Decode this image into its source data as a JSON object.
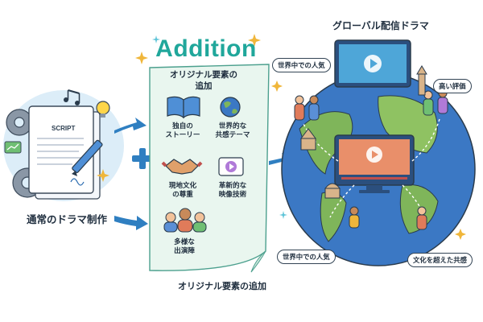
{
  "left": {
    "label": "通常のドラマ制作",
    "script_text": "SCRIPT"
  },
  "middle": {
    "title": "Addition",
    "heading": [
      "オリジナル要素の",
      "追加"
    ],
    "tiles": [
      {
        "label": [
          "独自の",
          "ストーリー"
        ],
        "icon": "book-icon"
      },
      {
        "label": [
          "世界的な",
          "共感テーマ"
        ],
        "icon": "globe-icon"
      },
      {
        "label": [
          "現地文化",
          "の尊重"
        ],
        "icon": "handshake-icon"
      },
      {
        "label": [
          "革新的な",
          "映像技術"
        ],
        "icon": "film-play-icon"
      },
      {
        "label": [
          "多様な",
          "出演陣"
        ],
        "icon": "people-icon"
      }
    ],
    "bottom_label": "オリジナル要素の追加"
  },
  "right": {
    "title": "グローバル配信ドラマ",
    "bubbles": {
      "top_left": "世界中での人気",
      "top_right": "高い評価",
      "bottom_left": "世界中での人気",
      "bottom_right": "文化を超えた共感"
    }
  },
  "colors": {
    "teal": "#20a79b",
    "panel": "#e9f6ef",
    "ocean": "#3b78c4",
    "land": "#7fb55a",
    "arrow": "#2f7fc1"
  }
}
